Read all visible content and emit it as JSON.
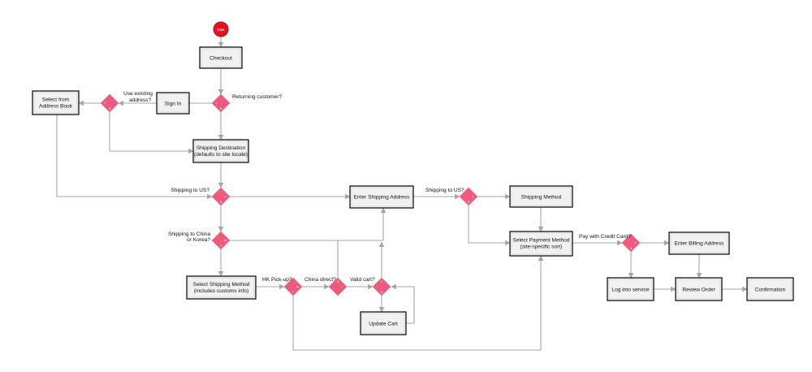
{
  "colors": {
    "start_fill": "#e3131f",
    "decision_fill": "#ee5a7e",
    "box_fill": "#f1f1f1",
    "box_stroke": "#000000",
    "connector": "#a6a6a6"
  },
  "start": {
    "label": "Cart"
  },
  "boxes": {
    "checkout": "Checkout",
    "sign_in": "Sign In",
    "address_book_1": "Select from",
    "address_book_2": "Address Book",
    "ship_dest_1": "Shipping Destination",
    "ship_dest_2": "(defaults to site locale)",
    "enter_shipping": "Enter Shipping Address",
    "shipping_method": "Shipping Method",
    "payment_1": "Select Payment Method",
    "payment_2": "(site-specific sort)",
    "select_ship_1": "Select Shipping Method",
    "select_ship_2": "(includes customs info)",
    "update_cart": "Update Cart",
    "billing": "Enter Billing Address",
    "log_in": "Log into service",
    "review": "Review Order",
    "confirmation": "Confirmation"
  },
  "questions": {
    "returning": "Returning customer?",
    "existing_1": "Use existing",
    "existing_2": "address?",
    "ship_us_1": "Shipping to US?",
    "ship_china_1": "Shipping to China",
    "ship_china_2": "or Korea?",
    "ship_us_2": "Shipping to US?",
    "hk": "HK Pick-up?",
    "china_direct": "China direct?",
    "valid_cart": "Valid cart?",
    "credit_card": "Pay with Credit Card?"
  },
  "branch": {
    "yes": "Y",
    "no": "N"
  }
}
